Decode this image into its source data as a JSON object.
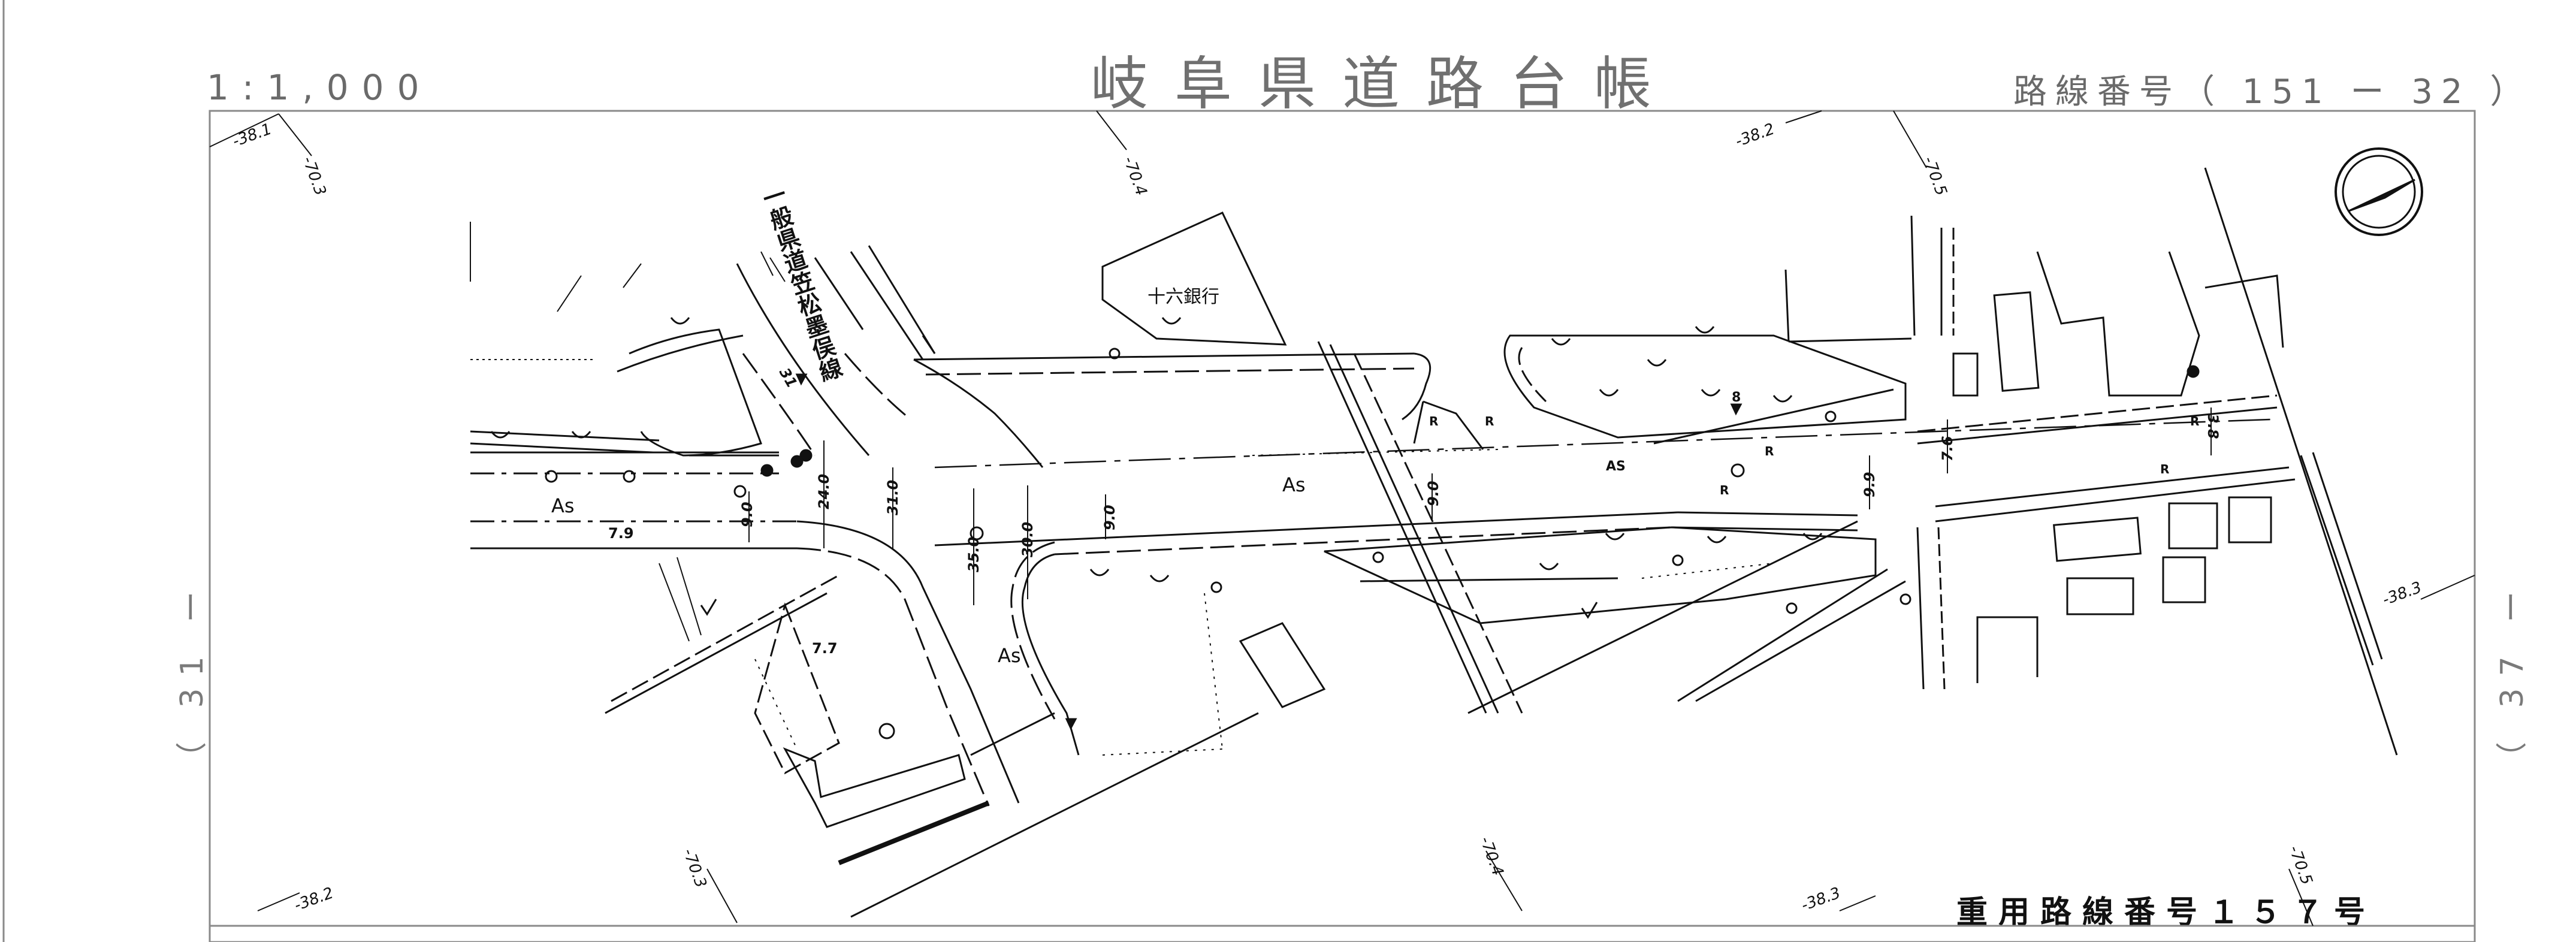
{
  "header": {
    "scale": "1:1,000",
    "title": "岐阜県道路台帳",
    "route_number": "路線番号（ 151 ー 32 ）"
  },
  "footer": {
    "joint_route": "重用路線番号１５７号"
  },
  "adjacent_sheets": {
    "left": "（ 31 ー",
    "right": "（ 37 ー"
  },
  "grid_labels": {
    "g1": "-38.1",
    "g2": "-70.3",
    "g3": "-70.4",
    "g4": "-38.2",
    "g5": "-70.5",
    "g6": "-38.3",
    "g7": "-38.2",
    "g8": "-70.3",
    "g9": "-70.4",
    "g10": "-38.3",
    "g11": "-70.5"
  },
  "map_labels": {
    "bank": "十六銀行",
    "prefectural_road": "一般県道笠松墨俣線",
    "as1": "As",
    "as2": "As",
    "as3": "As",
    "as4": "AS",
    "w79": "7.9",
    "w77": "7.7",
    "d240": "24.0",
    "d310": "31.0",
    "d350": "35.0",
    "d300": "30.0",
    "d90a": "9.0",
    "d90b": "9.0",
    "d90c": "9.0",
    "d99": "9.9",
    "d76": "7.6",
    "d38": "3.8",
    "r1": "R",
    "r2": "R",
    "r3": "R",
    "r4": "R",
    "r5": "R",
    "r6": "R",
    "n8": "8",
    "n31": "31"
  },
  "colors": {
    "line": "#111111",
    "frame": "#8a8a8a",
    "header_text": "#707070"
  }
}
